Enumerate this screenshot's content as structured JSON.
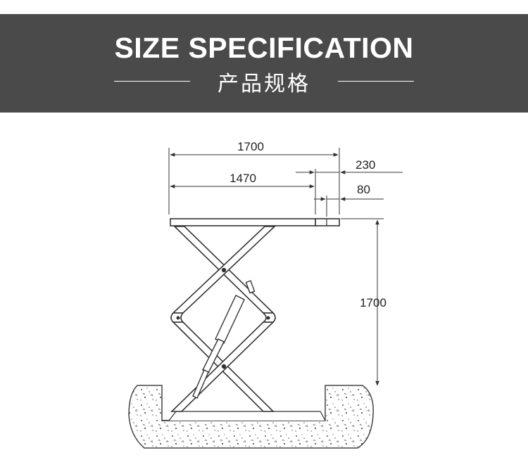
{
  "header": {
    "title": "SIZE SPECIFICATION",
    "subtitle": "产品规格"
  },
  "diagram": {
    "dimensions": {
      "total_length": "1700",
      "platform_length": "1470",
      "extension_length": "230",
      "extension_gap": "80",
      "lift_height": "1700"
    }
  },
  "colors": {
    "banner": "#4a4a4a",
    "text_on_banner": "#ffffff",
    "line": "#333333"
  }
}
